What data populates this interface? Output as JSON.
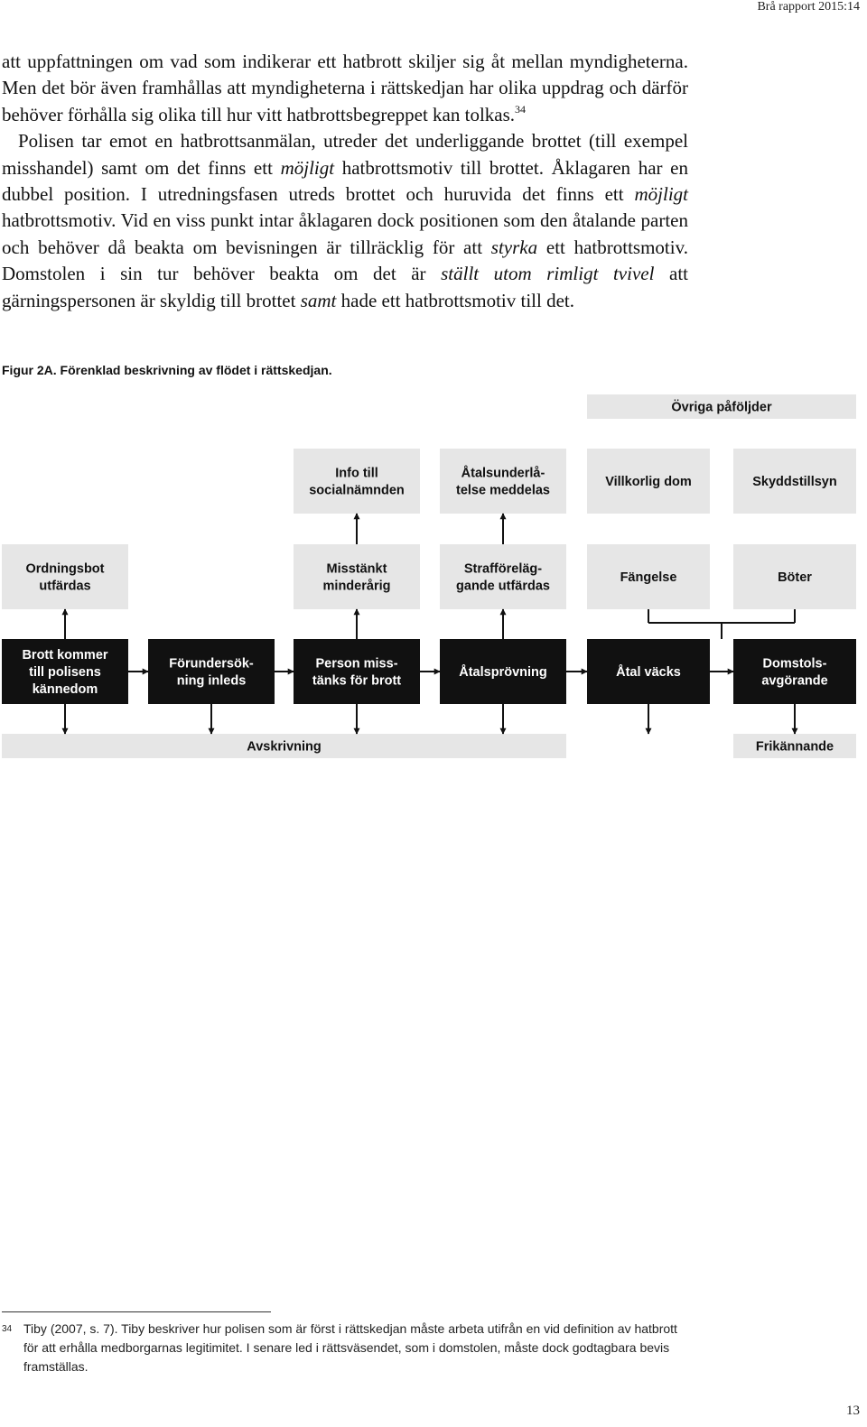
{
  "running_head": "Brå rapport 2015:14",
  "paragraph1": {
    "text": "att uppfattningen om vad som indikerar ett hatbrott skiljer sig åt mellan myndigheterna. Men det bör även framhållas att myndigheterna i rättskedjan har olika uppdrag och därför behöver förhålla sig olika till hur vitt hatbrottsbegreppet kan tolkas.",
    "footnote_ref": "34"
  },
  "paragraph2": {
    "s1": "Polisen tar emot en hatbrottsanmälan, utreder det underliggande brottet (till exempel misshandel) samt om det finns ett ",
    "s1_em": "möjligt",
    "s2": " hatbrottsmotiv till brottet. Åklagaren har en dubbel position. I utredningsfasen utreds brottet och huruvida det finns ett ",
    "s2_em": "möjligt",
    "s3": " hatbrottsmotiv. Vid en viss punkt intar åklagaren dock positionen som den åtalande parten och behöver då beakta om bevisningen är tillräcklig för att ",
    "s3_em": "styrka",
    "s4": " ett hatbrottsmotiv. Domstolen i sin tur behöver beakta om det är ",
    "s4_em": "ställt utom rimligt tvivel",
    "s5": " att gärningspersonen är skyldig till brottet ",
    "s5_em": "samt",
    "s6": " hade ett hatbrottsmotiv till det."
  },
  "figure": {
    "caption": "Figur 2A. Förenklad beskrivning av flödet i rättskedjan.",
    "colors": {
      "dark": "#111111",
      "light": "#e6e6e6",
      "line": "#111111"
    },
    "boxes": {
      "ovriga": [
        "Övriga påföljder"
      ],
      "info": [
        "Info till",
        "socialnämnden"
      ],
      "atalsunderlatelse": [
        "Åtalsunderlå-",
        "telse meddelas"
      ],
      "villkorlig": [
        "Villkorlig dom"
      ],
      "skyddstillsyn": [
        "Skyddstillsyn"
      ],
      "ordningsbot": [
        "Ordningsbot",
        "utfärdas"
      ],
      "misstankt_minderarig": [
        "Misstänkt",
        "minderårig"
      ],
      "strafforelaggande": [
        "Strafföreläg-",
        "gande utfärdas"
      ],
      "fangelse": [
        "Fängelse"
      ],
      "boter": [
        "Böter"
      ],
      "brott": [
        "Brott kommer",
        "till polisens",
        "kännedom"
      ],
      "forundersokning": [
        "Förundersök-",
        "ning inleds"
      ],
      "person": [
        "Person miss-",
        "tänks för brott"
      ],
      "atalsprovning": [
        "Åtalsprövning"
      ],
      "atal_vacks": [
        "Åtal väcks"
      ],
      "domstol": [
        "Domstols-",
        "avgörande"
      ],
      "avskrivning": [
        "Avskrivning"
      ],
      "frikannande": [
        "Frikännande"
      ]
    }
  },
  "footnote": {
    "number": "34",
    "text": "Tiby (2007, s. 7). Tiby beskriver hur polisen som är först i rättskedjan måste arbeta utifrån en vid definition av hatbrott för att erhålla medborgarnas legitimitet. I senare led i rättsväsendet, som i domstolen, måste dock godtagbara bevis framställas."
  },
  "page_number": "13"
}
